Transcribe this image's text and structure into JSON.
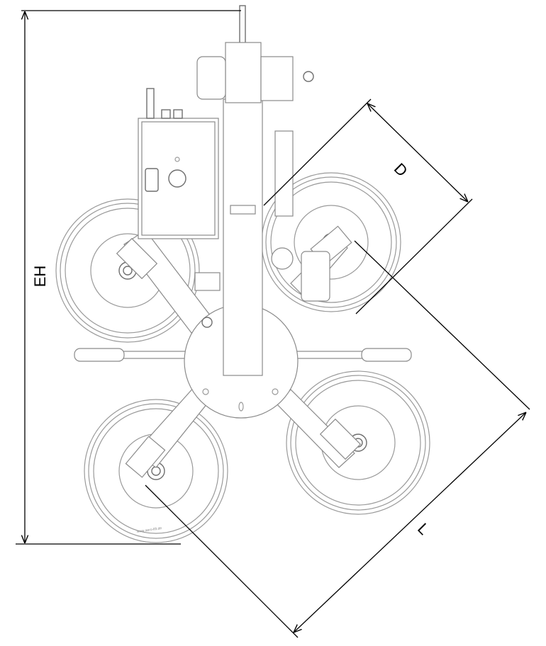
{
  "drawing": {
    "dimensions": {
      "height_label": "EH",
      "diameter_label": "D",
      "length_label": "L"
    },
    "cup_marking": "www.aero-lift.de"
  }
}
